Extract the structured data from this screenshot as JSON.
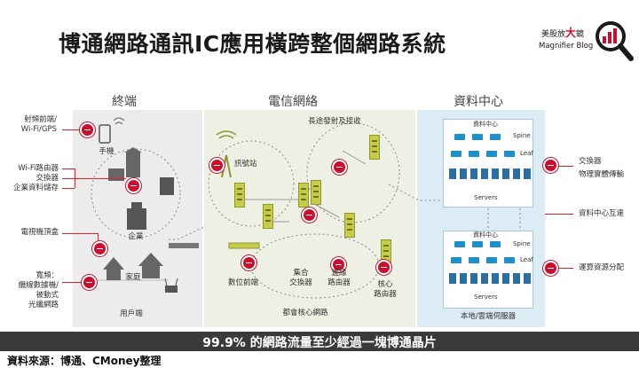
{
  "title": "博通網路通訊IC應用橫跨整個網路系統",
  "logo": {
    "brand_pre": "美股放",
    "brand_big": "大",
    "brand_post": "鏡",
    "brand_en": "Magnifier Blog"
  },
  "sections": {
    "endpoint": "終端",
    "telecom": "電信網絡",
    "datacenter": "資料中心"
  },
  "left_labels": {
    "rf_line1": "射頻前端/",
    "rf_line2": "Wi-Fi/GPS",
    "wifi_router": "Wi-Fi路由器",
    "switch": "交換器",
    "enterprise_storage": "企業資料儲存",
    "set_top_box": "電視機頂盒",
    "broadband_line1": "寬頻：",
    "broadband_line2": "纜線數據機/",
    "broadband_line3": "被動式",
    "broadband_line4": "光纖網路"
  },
  "endpoint_labels": {
    "phone": "手機",
    "enterprise": "企業",
    "home": "家庭",
    "user_end": "用戶端"
  },
  "telecom_labels": {
    "long_range": "長途發射及接收",
    "base_station": "訊號站",
    "digital_frontend": "數位前端",
    "aggregation_line1": "集合",
    "aggregation_line2": "交換器",
    "edge_line1": "邊緣",
    "edge_line2": "路由器",
    "core_line1": "核心",
    "core_line2": "路由器",
    "metro_core": "都會核心網路"
  },
  "dc_labels": {
    "dc_top": "資料中心",
    "spine_top": "Spine",
    "leaf_top": "Leaf",
    "servers_top": "Servers",
    "dc_bottom": "資料中心",
    "spine_bottom": "Spine",
    "leaf_bottom": "Leaf",
    "servers_bottom": "Servers",
    "local_cloud": "本地/雲端伺服器"
  },
  "right_labels": {
    "switch": "交換器",
    "physical_transport": "物理實體傳輸",
    "dc_interconnect": "資料中心互連",
    "compute_allocation": "運算資源分配"
  },
  "footer": "99.9% 的網路流量至少經過一塊博通晶片",
  "source": "資料來源：博通、CMoney整理",
  "colors": {
    "accent": "#c8102e",
    "footer_bg": "#3a3a3a",
    "dc_bg": "#dcecf4",
    "telecom_bg": "#eef0e3",
    "endpoint_bg": "#ececec"
  }
}
